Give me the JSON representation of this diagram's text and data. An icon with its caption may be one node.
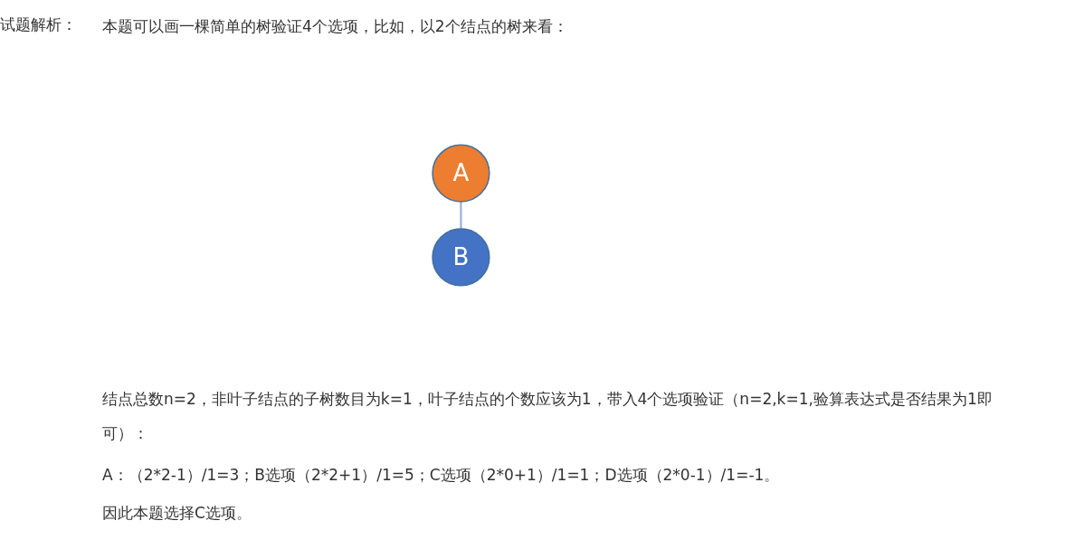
{
  "diagram": {
    "nodes": [
      {
        "text": [
          "A"
        ]
      },
      {
        "text": [
          "B"
        ]
      }
    ],
    "edges": [
      {
        "from": 0,
        "to": 1,
        "arrow": "none"
      }
    ],
    "labels": [
      "试题解析：",
      "本题可以画一棵简单的树验证4个选项，比如，以2个结点的树来看：",
      "结点总数n=2，非叶子结点的子树数目为k=1，叶子结点的个数应该为1，带入4个选项验证（n=2,k=1,验算表达式是否结果为1即可）：",
      "A：（2*2-1）/1=3；B选项（2*2+1）/1=5；C选项（2*0+1）/1=1；D选项（2*0-1）/1=-1。",
      "因此本题选择C选项。"
    ]
  }
}
